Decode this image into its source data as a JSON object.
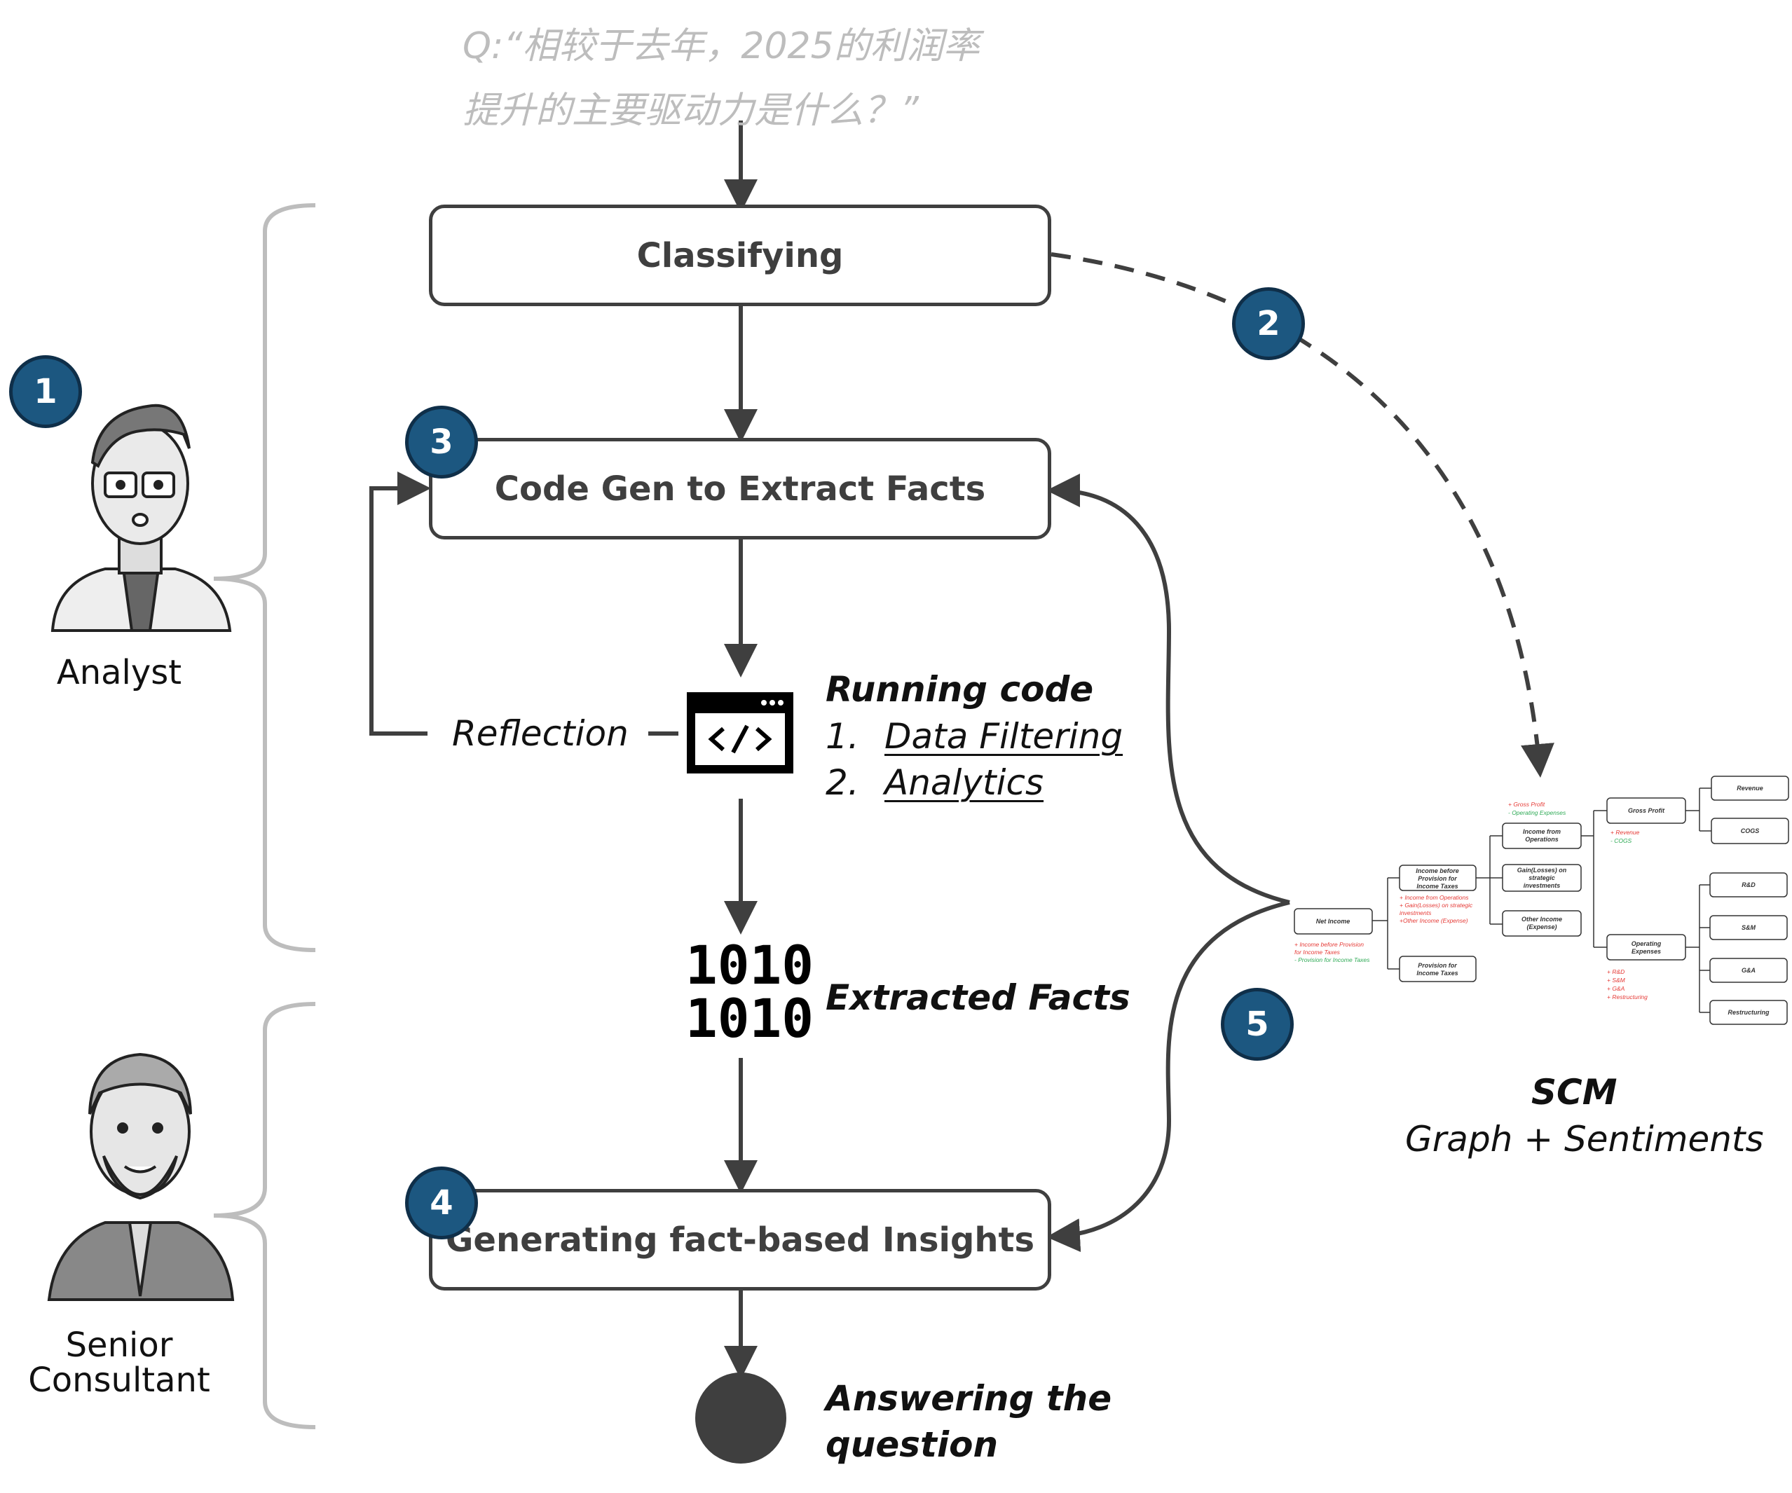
{
  "question": {
    "line1": "Q:“相较于去年，2025的利润率",
    "line2": "提升的主要驱动力是什么？”"
  },
  "roles": {
    "analyst": "Analyst",
    "senior_line1": "Senior",
    "senior_line2": "Consultant"
  },
  "steps": {
    "classifying": "Classifying",
    "codegen": "Code Gen to Extract Facts",
    "insights": "Generating fact-based Insights"
  },
  "badges": [
    "1",
    "2",
    "3",
    "4",
    "5"
  ],
  "reflection": "Reflection",
  "running": {
    "title": "Running code",
    "item1_num": "1.",
    "item1": "Data Filtering",
    "item2_num": "2.",
    "item2": "Analytics"
  },
  "binary": {
    "line1": "1010",
    "line2": "1010"
  },
  "extracted_facts": "Extracted Facts",
  "answer": {
    "line1": "Answering the",
    "line2": "question"
  },
  "scm": {
    "title": "SCM",
    "subtitle": "Graph + Sentiments"
  },
  "scm_graph": {
    "nodes": {
      "net_income": "Net Income",
      "income_before_1": "Income before",
      "income_before_2": "Provision for",
      "income_before_3": "Income Taxes",
      "provision_1": "Provision for",
      "provision_2": "Income Taxes",
      "income_ops_1": "Income from",
      "income_ops_2": "Operations",
      "gain_1": "Gain(Losses) on",
      "gain_2": "strategic",
      "gain_3": "investments",
      "other_1": "Other Income",
      "other_2": "(Expense)",
      "gross_profit": "Gross Profit",
      "opex_1": "Operating",
      "opex_2": "Expenses",
      "revenue": "Revenue",
      "cogs": "COGS",
      "rd": "R&D",
      "sm": "S&M",
      "ga": "G&A",
      "restructuring": "Restructuring"
    },
    "annotations": {
      "net_plus": "+ Income before Provision",
      "net_plus2": "for Income Taxes",
      "net_minus": "- Provision for Income Taxes",
      "ibp_1": "+ Income from Operations",
      "ibp_2": "+ Gain(Losses) on strategic",
      "ibp_3": "investments",
      "ibp_4": "+Other Income (Expense)",
      "ops_plus": "+ Gross Profit",
      "ops_minus": "- Operating Expenses",
      "gp_plus": "+ Revenue",
      "gp_minus": "- COGS",
      "opex_1": "+ R&D",
      "opex_2": "+ S&M",
      "opex_3": "+ G&A",
      "opex_4": "+ Restructuring"
    },
    "colors": {
      "red": "#e53935",
      "green": "#2eaa55"
    }
  },
  "colors": {
    "box_border": "#3f3f3f",
    "badge_fill": "#1c5780",
    "bracket": "#bdbdbd",
    "question": "#bdbdbd"
  }
}
